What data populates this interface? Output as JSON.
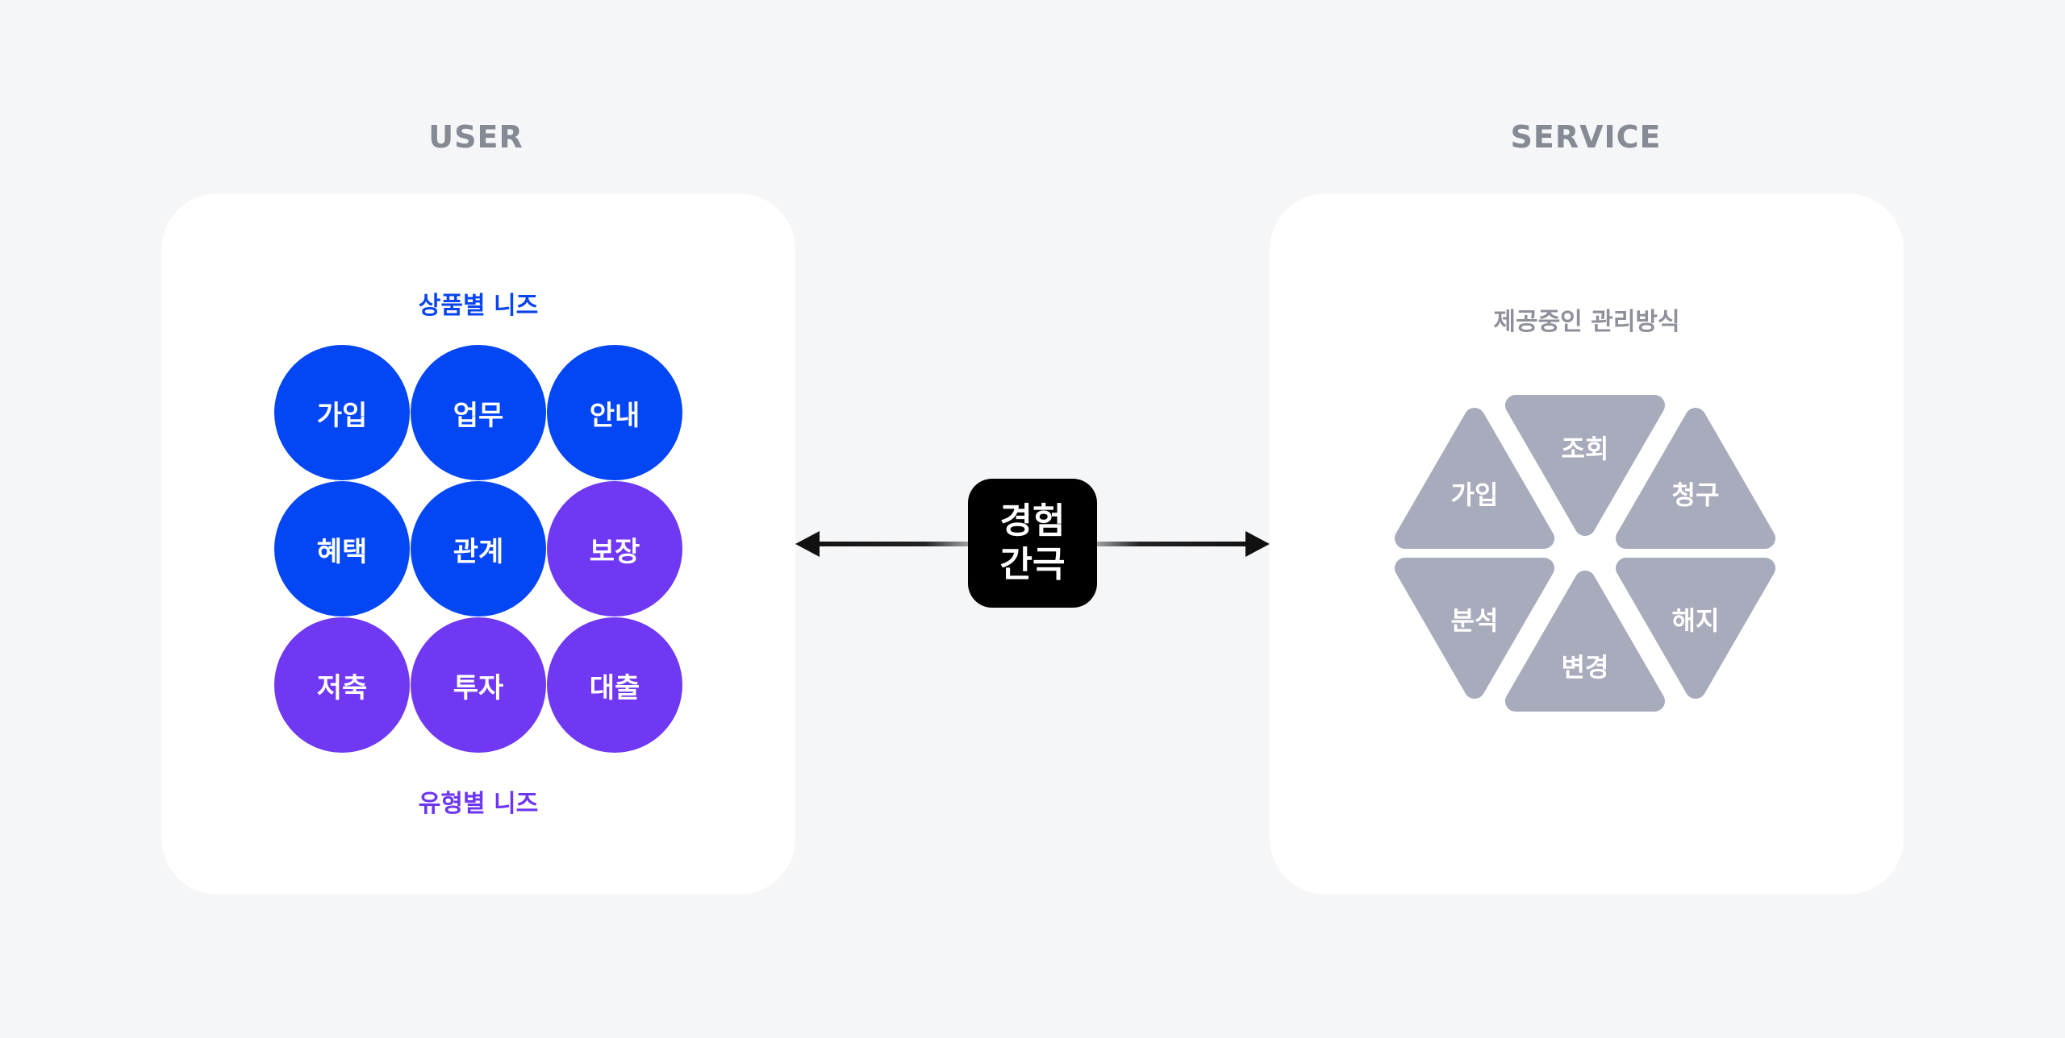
{
  "user": {
    "title": "USER",
    "top_caption": "상품별 니즈",
    "bottom_caption": "유형별 니즈",
    "grid": [
      {
        "label": "가입",
        "kind": "product"
      },
      {
        "label": "업무",
        "kind": "product"
      },
      {
        "label": "안내",
        "kind": "product"
      },
      {
        "label": "혜택",
        "kind": "product"
      },
      {
        "label": "관계",
        "kind": "product"
      },
      {
        "label": "보장",
        "kind": "type"
      },
      {
        "label": "저축",
        "kind": "type"
      },
      {
        "label": "투자",
        "kind": "type"
      },
      {
        "label": "대출",
        "kind": "type"
      }
    ]
  },
  "connector": {
    "line1": "경험",
    "line2": "간극"
  },
  "service": {
    "title": "SERVICE",
    "caption": "제공중인 관리방식",
    "triangles": [
      "조회",
      "청구",
      "해지",
      "변경",
      "분석",
      "가입"
    ]
  },
  "colors": {
    "background": "#f5f6f8",
    "panel": "#ffffff",
    "product_blue": "#0346f4",
    "type_purple": "#7038f2",
    "caption_blue": "#0a44ec",
    "caption_purple": "#6d36f0",
    "title_gray": "#858a94",
    "triangle_gray": "#a8abbb",
    "gap_box": "#000000"
  }
}
